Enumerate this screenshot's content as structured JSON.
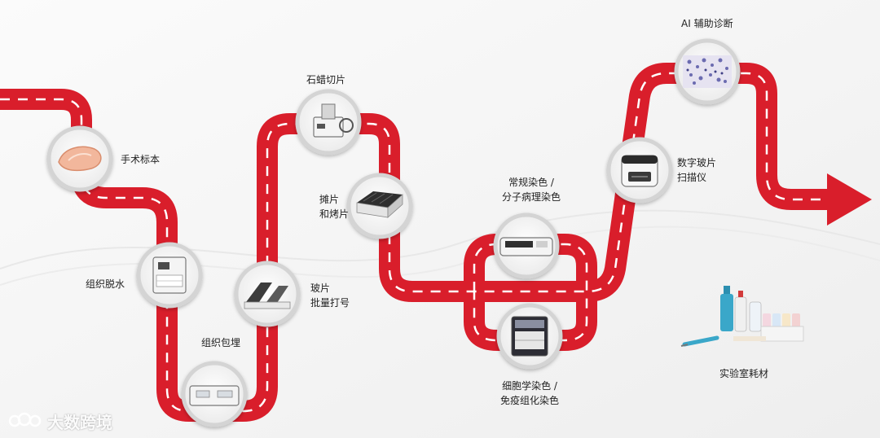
{
  "steps": [
    {
      "label": "手术标本"
    },
    {
      "label": "组织脱水"
    },
    {
      "label": "组织包埋"
    },
    {
      "label": "玻片",
      "label2": "批量打号"
    },
    {
      "label": "石蜡切片"
    },
    {
      "label": "摊片",
      "label2": "和烤片"
    },
    {
      "label": "常规染色 /",
      "label2": "分子病理染色"
    },
    {
      "label": "细胞学染色 /",
      "label2": "免疫组化染色"
    },
    {
      "label": "数字玻片",
      "label2": "扫描仪"
    },
    {
      "label": "AI 辅助诊断"
    }
  ],
  "consumables": {
    "label": "实验室耗材"
  },
  "watermark": {
    "text": "大数跨境"
  },
  "colors": {
    "road": "#d91e2b",
    "road_dark": "#a8141f",
    "lane": "#ffffff",
    "ring": "#d9d9d9",
    "text": "#222222"
  },
  "icons": [
    "tissue-icon",
    "processor-icon",
    "embedder-icon",
    "slide-printer-icon",
    "microtome-icon",
    "slide-warmer-icon",
    "stainer-icon",
    "ihc-stainer-icon",
    "scanner-icon",
    "ai-image-icon",
    "reagents-icon"
  ]
}
